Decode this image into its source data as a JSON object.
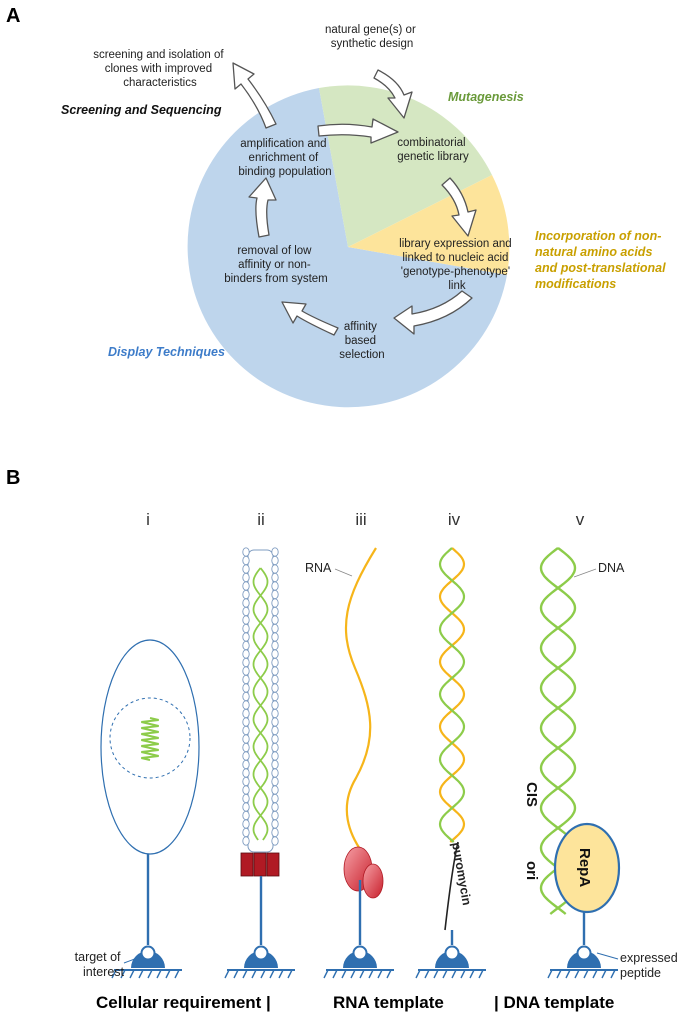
{
  "panels": {
    "a": "A",
    "b": "B"
  },
  "cycle": {
    "start": [
      "natural gene(s) or",
      "synthetic design"
    ],
    "library": [
      "combinatorial",
      "genetic library"
    ],
    "expression": [
      "library expression and",
      "linked to nucleic acid",
      "'genotype-phenotype'",
      "link"
    ],
    "selection": [
      "affinity",
      "based",
      "selection"
    ],
    "removal": [
      "removal of low",
      "affinity or non-",
      "binders from system"
    ],
    "amplification": [
      "amplification and",
      "enrichment of",
      "binding population"
    ],
    "screening_out": [
      "screening and isolation of",
      "clones with improved",
      "characteristics"
    ]
  },
  "phases": {
    "mutagenesis": "Mutagenesis",
    "incorporation": [
      "Incorporation of non-",
      "natural amino acids",
      "and post-translational",
      "modifications"
    ],
    "screening": "Screening and Sequencing",
    "display": "Display Techniques"
  },
  "colors": {
    "mutagenesis_sector": "#d5e7c2",
    "incorporation_sector": "#fde49b",
    "display_sector": "#bed5ec",
    "mutagenesis_text": "#6a9a3a",
    "incorporation_text": "#c9a000",
    "display_text": "#3d7cc9",
    "dna": "#8dcc4a",
    "rna": "#f6b51a",
    "anchor": "#2f6fb0",
    "ribosome": "#e24d57",
    "repa_fill": "#fde49b"
  },
  "techniques": [
    "i",
    "ii",
    "iii",
    "iv",
    "v"
  ],
  "labels": {
    "rna": "RNA",
    "dna": "DNA",
    "puromycin": "puromycin",
    "repa": "RepA",
    "cis": "CIS",
    "ori": "ori",
    "target": [
      "target of",
      "interest"
    ],
    "peptide": [
      "expressed",
      "peptide"
    ]
  },
  "footer": {
    "cellular": "Cellular requirement |",
    "rna_template": "RNA template",
    "dna_template": "| DNA template"
  }
}
